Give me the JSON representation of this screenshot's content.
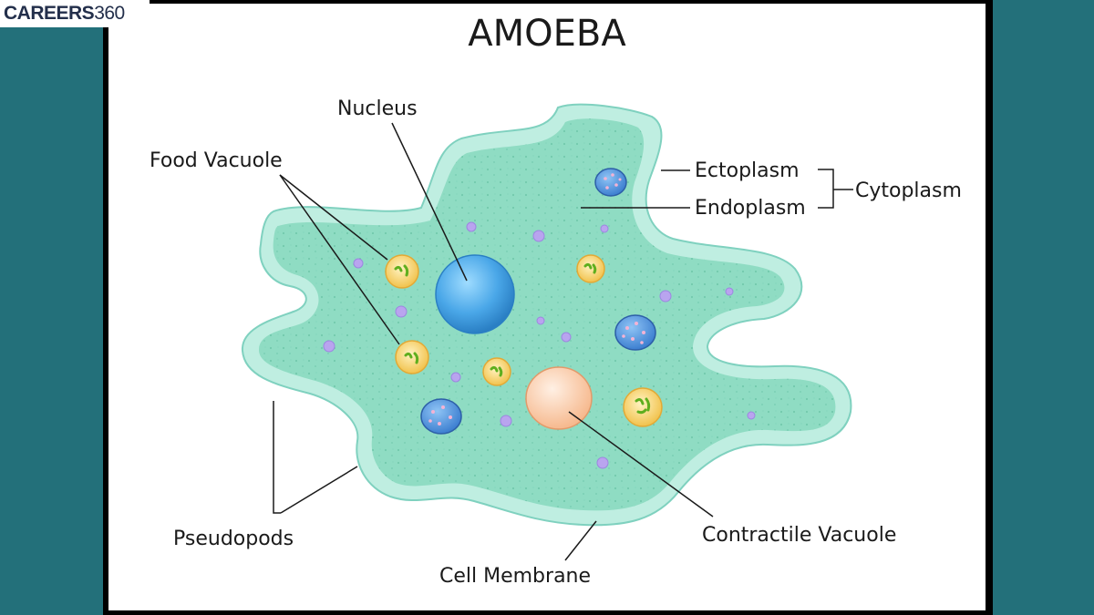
{
  "logo": {
    "brand": "CAREERS",
    "number": "360"
  },
  "title": "AMOEBA",
  "labels": {
    "nucleus": "Nucleus",
    "food_vacuole": "Food Vacuole",
    "ectoplasm": "Ectoplasm",
    "endoplasm": "Endoplasm",
    "cytoplasm": "Cytoplasm",
    "pseudopods": "Pseudopods",
    "cell_membrane": "Cell Membrane",
    "contractile_vacuole": "Contractile Vacuole"
  },
  "colors": {
    "background": "#23707a",
    "membrane": "#bfeee1",
    "cytoplasm": "#8fdcc3",
    "nucleus": "#4aa7e8",
    "food_vacuole": "#f7d778",
    "contractile_vacuole": "#f9c6a4",
    "granule": "#b9a4ef"
  }
}
